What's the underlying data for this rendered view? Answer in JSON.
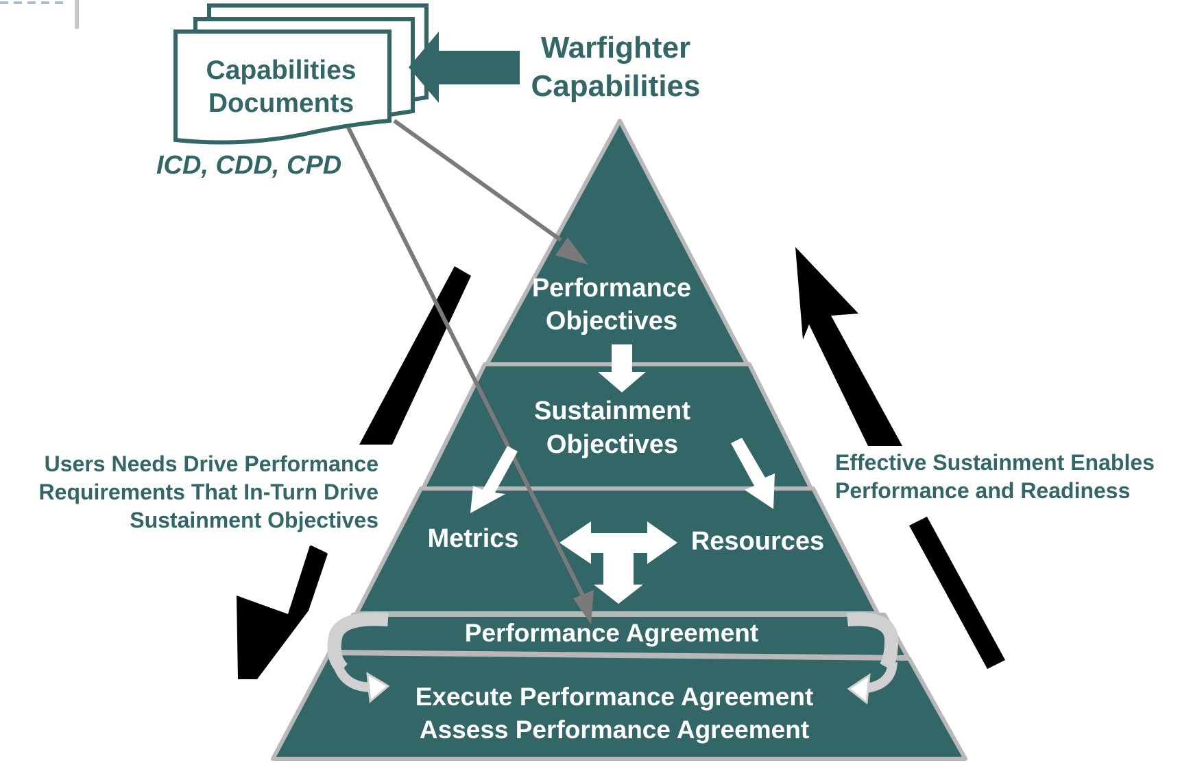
{
  "colors": {
    "teal": "#336666",
    "outline_gray": "#b8b8b8",
    "connector_gray": "#7a7a7a",
    "black": "#000000",
    "white": "#ffffff"
  },
  "documents": {
    "title_line1": "Capabilities",
    "title_line2": "Documents",
    "subtitle": "ICD, CDD, CPD"
  },
  "warfighter": {
    "line1": "Warfighter",
    "line2": "Capabilities"
  },
  "pyramid": {
    "tier1_line1": "Performance",
    "tier1_line2": "Objectives",
    "tier2_line1": "Sustainment",
    "tier2_line2": "Objectives",
    "metrics": "Metrics",
    "resources": "Resources",
    "agreement": "Performance Agreement",
    "execute": "Execute Performance Agreement",
    "assess": "Assess Performance Agreement"
  },
  "left_note": {
    "line1": "Users Needs Drive Performance",
    "line2": "Requirements That In-Turn Drive",
    "line3": "Sustainment Objectives"
  },
  "right_note": {
    "line1": "Effective Sustainment Enables",
    "line2": "Performance and Readiness"
  },
  "icons": [
    "arrow-down-icon",
    "arrow-up-icon",
    "double-arrow-icon",
    "curved-arrow-icon"
  ]
}
